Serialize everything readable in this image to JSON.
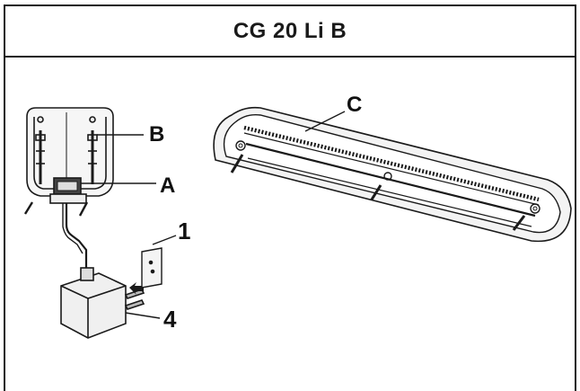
{
  "header": {
    "title": "CG 20 Li B"
  },
  "labels": {
    "a": "A",
    "b": "B",
    "c": "C",
    "one": "1",
    "four": "4"
  },
  "icons": {
    "charger": "charging-base-icon",
    "adapter": "power-adapter-icon",
    "socket": "wall-socket-icon",
    "rail": "wall-rail-icon"
  }
}
